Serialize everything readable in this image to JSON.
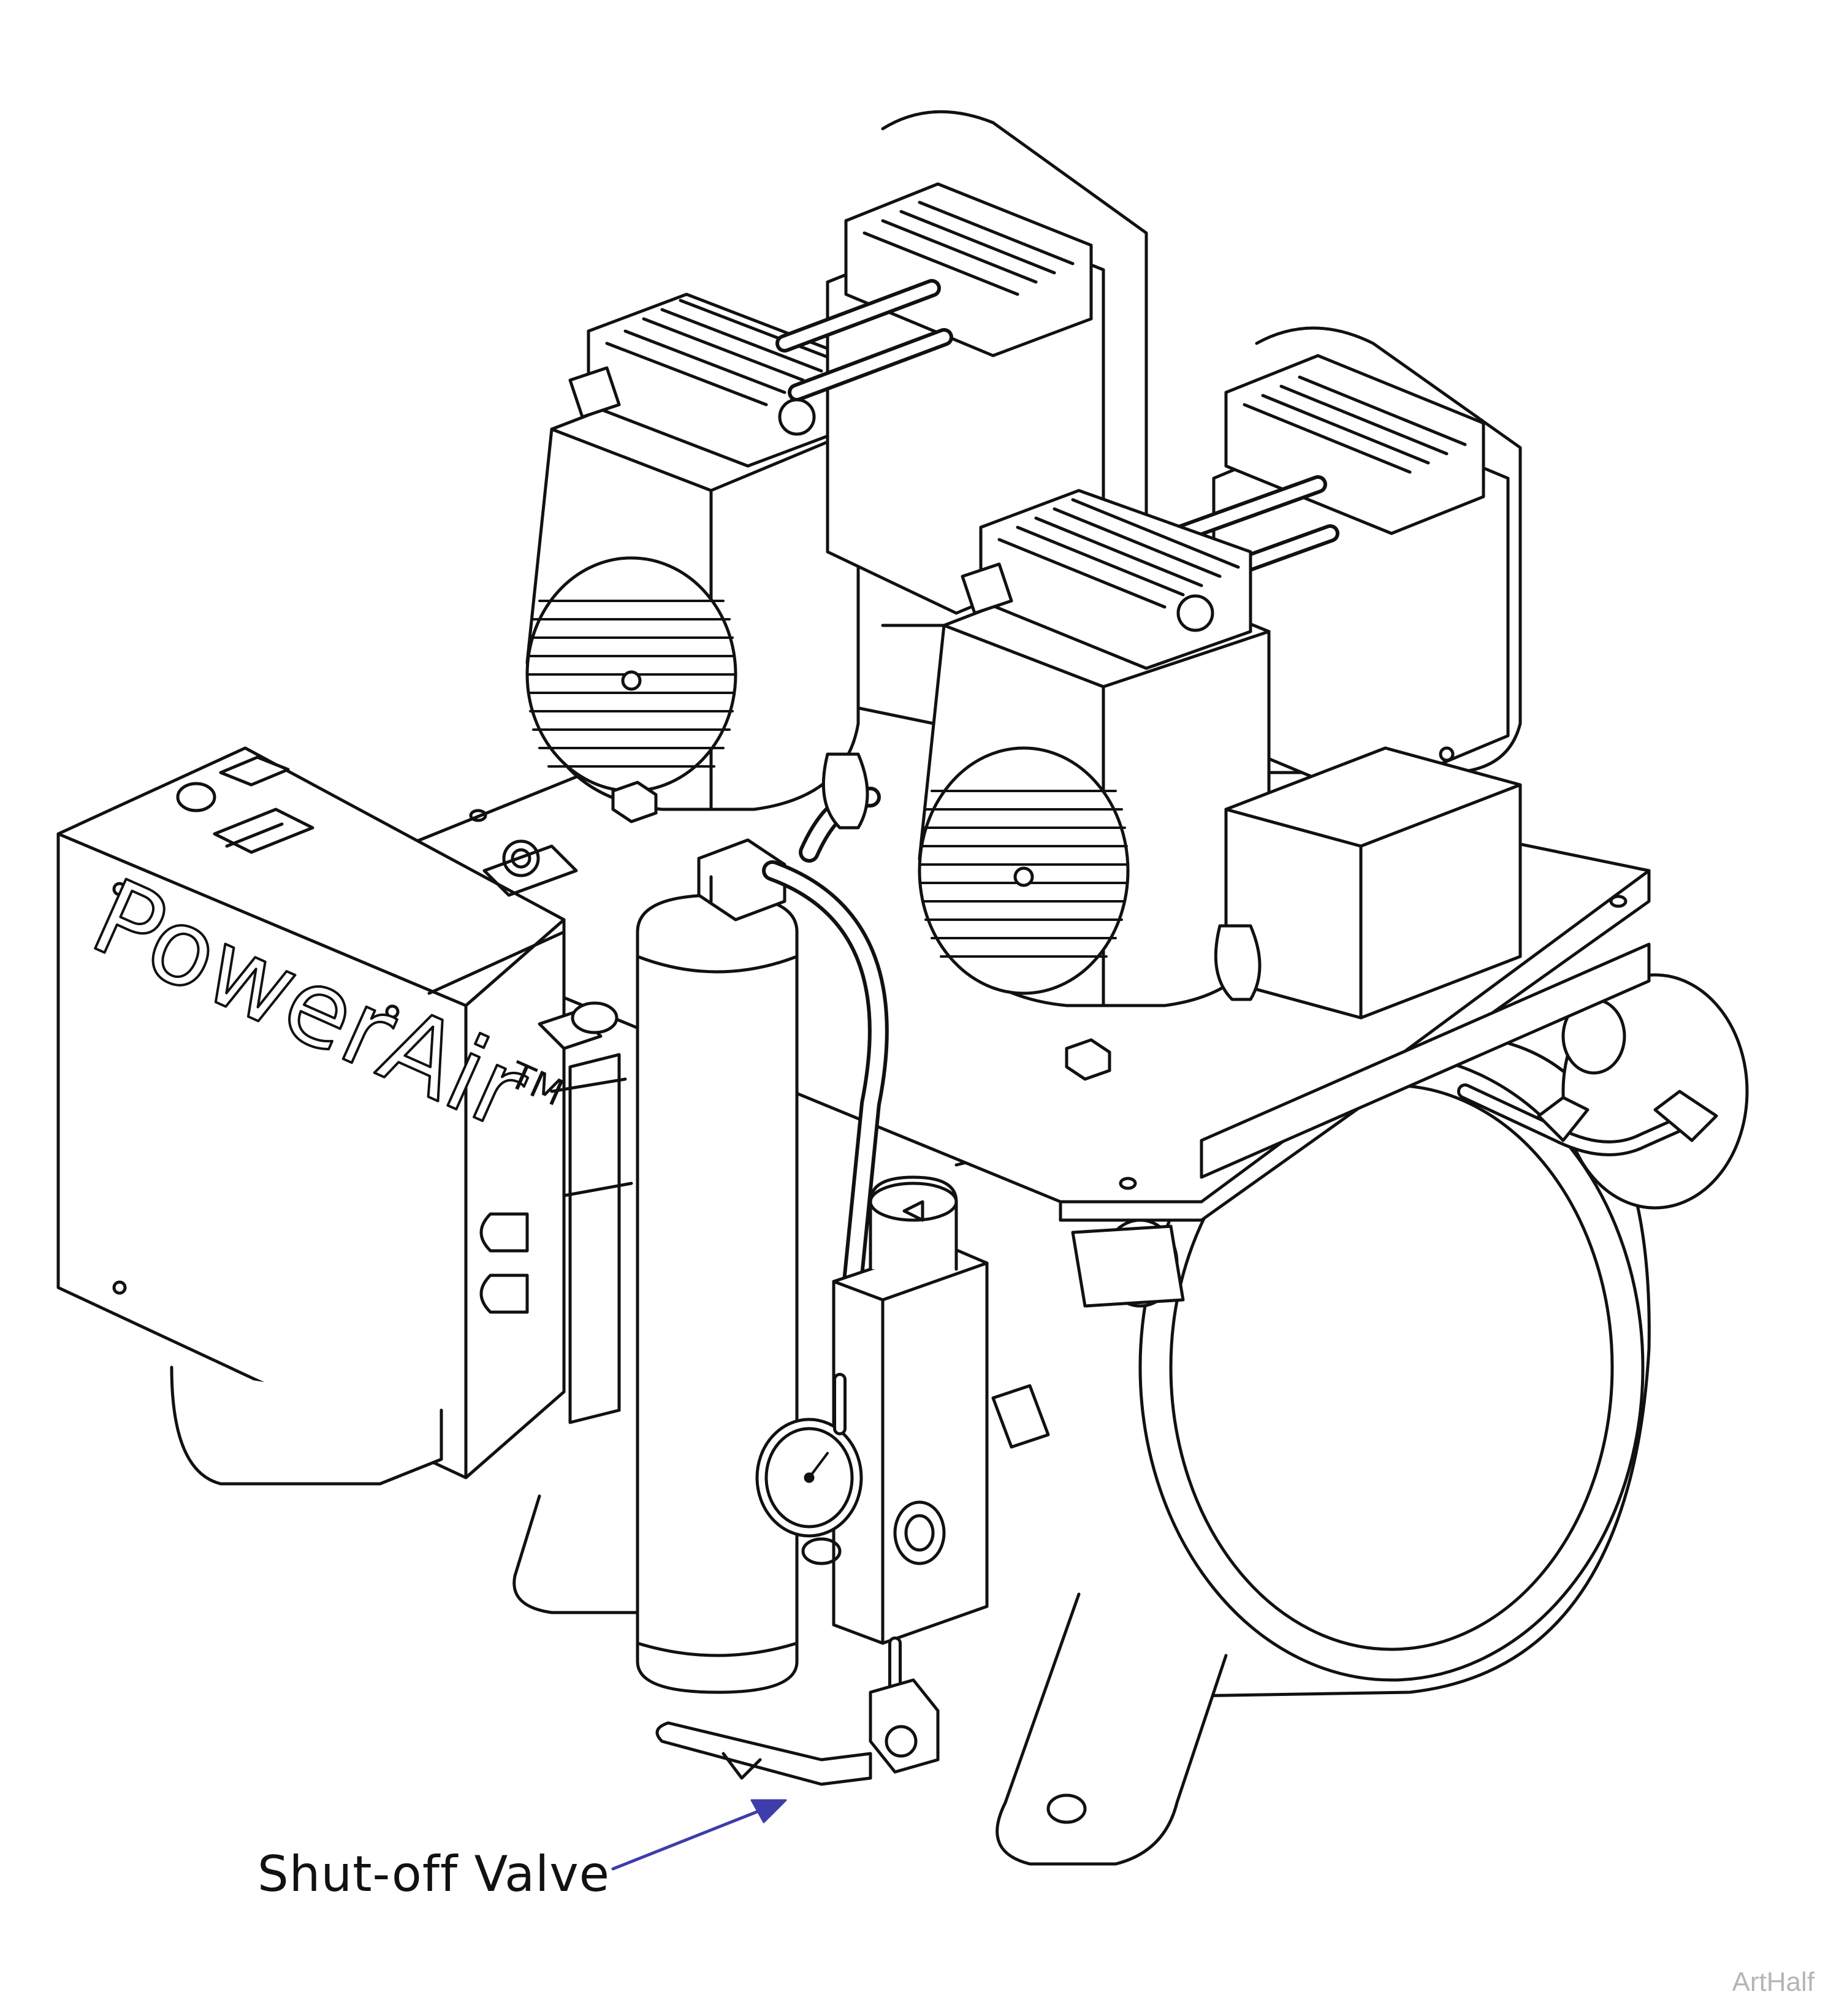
{
  "callout": {
    "label": "Shut-off Valve",
    "arrow_color": "#3d3dab"
  },
  "brand": {
    "logo_text": "PowerAir",
    "trademark": "TM"
  },
  "watermark": "ArtHalf",
  "line_color": "#111111"
}
